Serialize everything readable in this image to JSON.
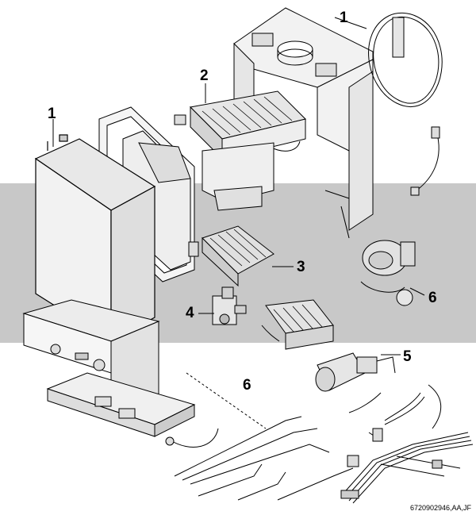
{
  "diagram": {
    "callouts": {
      "c1_top": "1",
      "c2": "2",
      "c1_left": "1",
      "c3": "3",
      "c4": "4",
      "c5": "5",
      "c6_right": "6",
      "c6_bottom": "6"
    },
    "document_ref": "6720902946,AA,JF",
    "colors": {
      "band": "#c8c8c8",
      "line": "#000000",
      "casing_fill": "#f2f2f2",
      "part_fill": "#e6e6e6"
    }
  }
}
